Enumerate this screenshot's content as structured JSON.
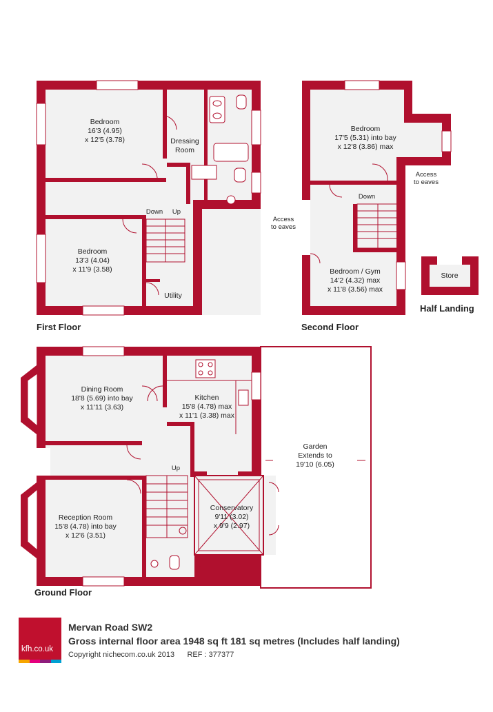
{
  "colors": {
    "wall": "#b0102e",
    "floor": "#f2f2f2",
    "brand": "#c0102e",
    "text": "#222222"
  },
  "floors": {
    "first": "First Floor",
    "second": "Second Floor",
    "half_landing": "Half Landing",
    "ground": "Ground Floor"
  },
  "rooms": {
    "ff_bedroom1": {
      "name": "Bedroom",
      "dim1": "16'3 (4.95)",
      "dim2": "x 12'5 (3.78)"
    },
    "ff_dressing": {
      "line1": "Dressing",
      "line2": "Room"
    },
    "ff_bedroom2": {
      "name": "Bedroom",
      "dim1": "13'3 (4.04)",
      "dim2": "x 11'9 (3.58)"
    },
    "ff_utility": "Utility",
    "ff_down": "Down",
    "ff_up": "Up",
    "sf_bedroom": {
      "name": "Bedroom",
      "dim1": "17'5 (5.31) into bay",
      "dim2": "x 12'8 (3.86) max"
    },
    "sf_gym": {
      "name": "Bedroom / Gym",
      "dim1": "14'2 (4.32) max",
      "dim2": "x 11'8 (3.56) max"
    },
    "sf_down": "Down",
    "sf_eaves_left": {
      "line1": "Access",
      "line2": "to eaves"
    },
    "sf_eaves_right": {
      "line1": "Access",
      "line2": "to eaves"
    },
    "store": "Store",
    "gf_dining": {
      "name": "Dining Room",
      "dim1": "18'8 (5.69) into bay",
      "dim2": "x 11'11 (3.63)"
    },
    "gf_kitchen": {
      "name": "Kitchen",
      "dim1": "15'8 (4.78) max",
      "dim2": "x 11'1 (3.38) max"
    },
    "gf_garden": {
      "name": "Garden",
      "dim1": "Extends to",
      "dim2": "19'10 (6.05)"
    },
    "gf_reception": {
      "name": "Reception Room",
      "dim1": "15'8 (4.78) into bay",
      "dim2": "x 12'6 (3.51)"
    },
    "gf_conservatory": {
      "name": "Conservatory",
      "dim1": "9'11 (3.02)",
      "dim2": "x 9'9 (2.97)"
    },
    "gf_up": "Up"
  },
  "footer": {
    "logo": "kfh.co.uk",
    "title": "Mervan Road SW2",
    "area": "Gross internal floor area 1948 sq ft 181 sq metres (Includes half landing)",
    "copyright": "Copyright nichecom.co.uk 2013",
    "ref": "REF : 377377",
    "stripe_colors": [
      "#f7a600",
      "#e5007e",
      "#8e1c7c",
      "#00a0d2"
    ]
  }
}
